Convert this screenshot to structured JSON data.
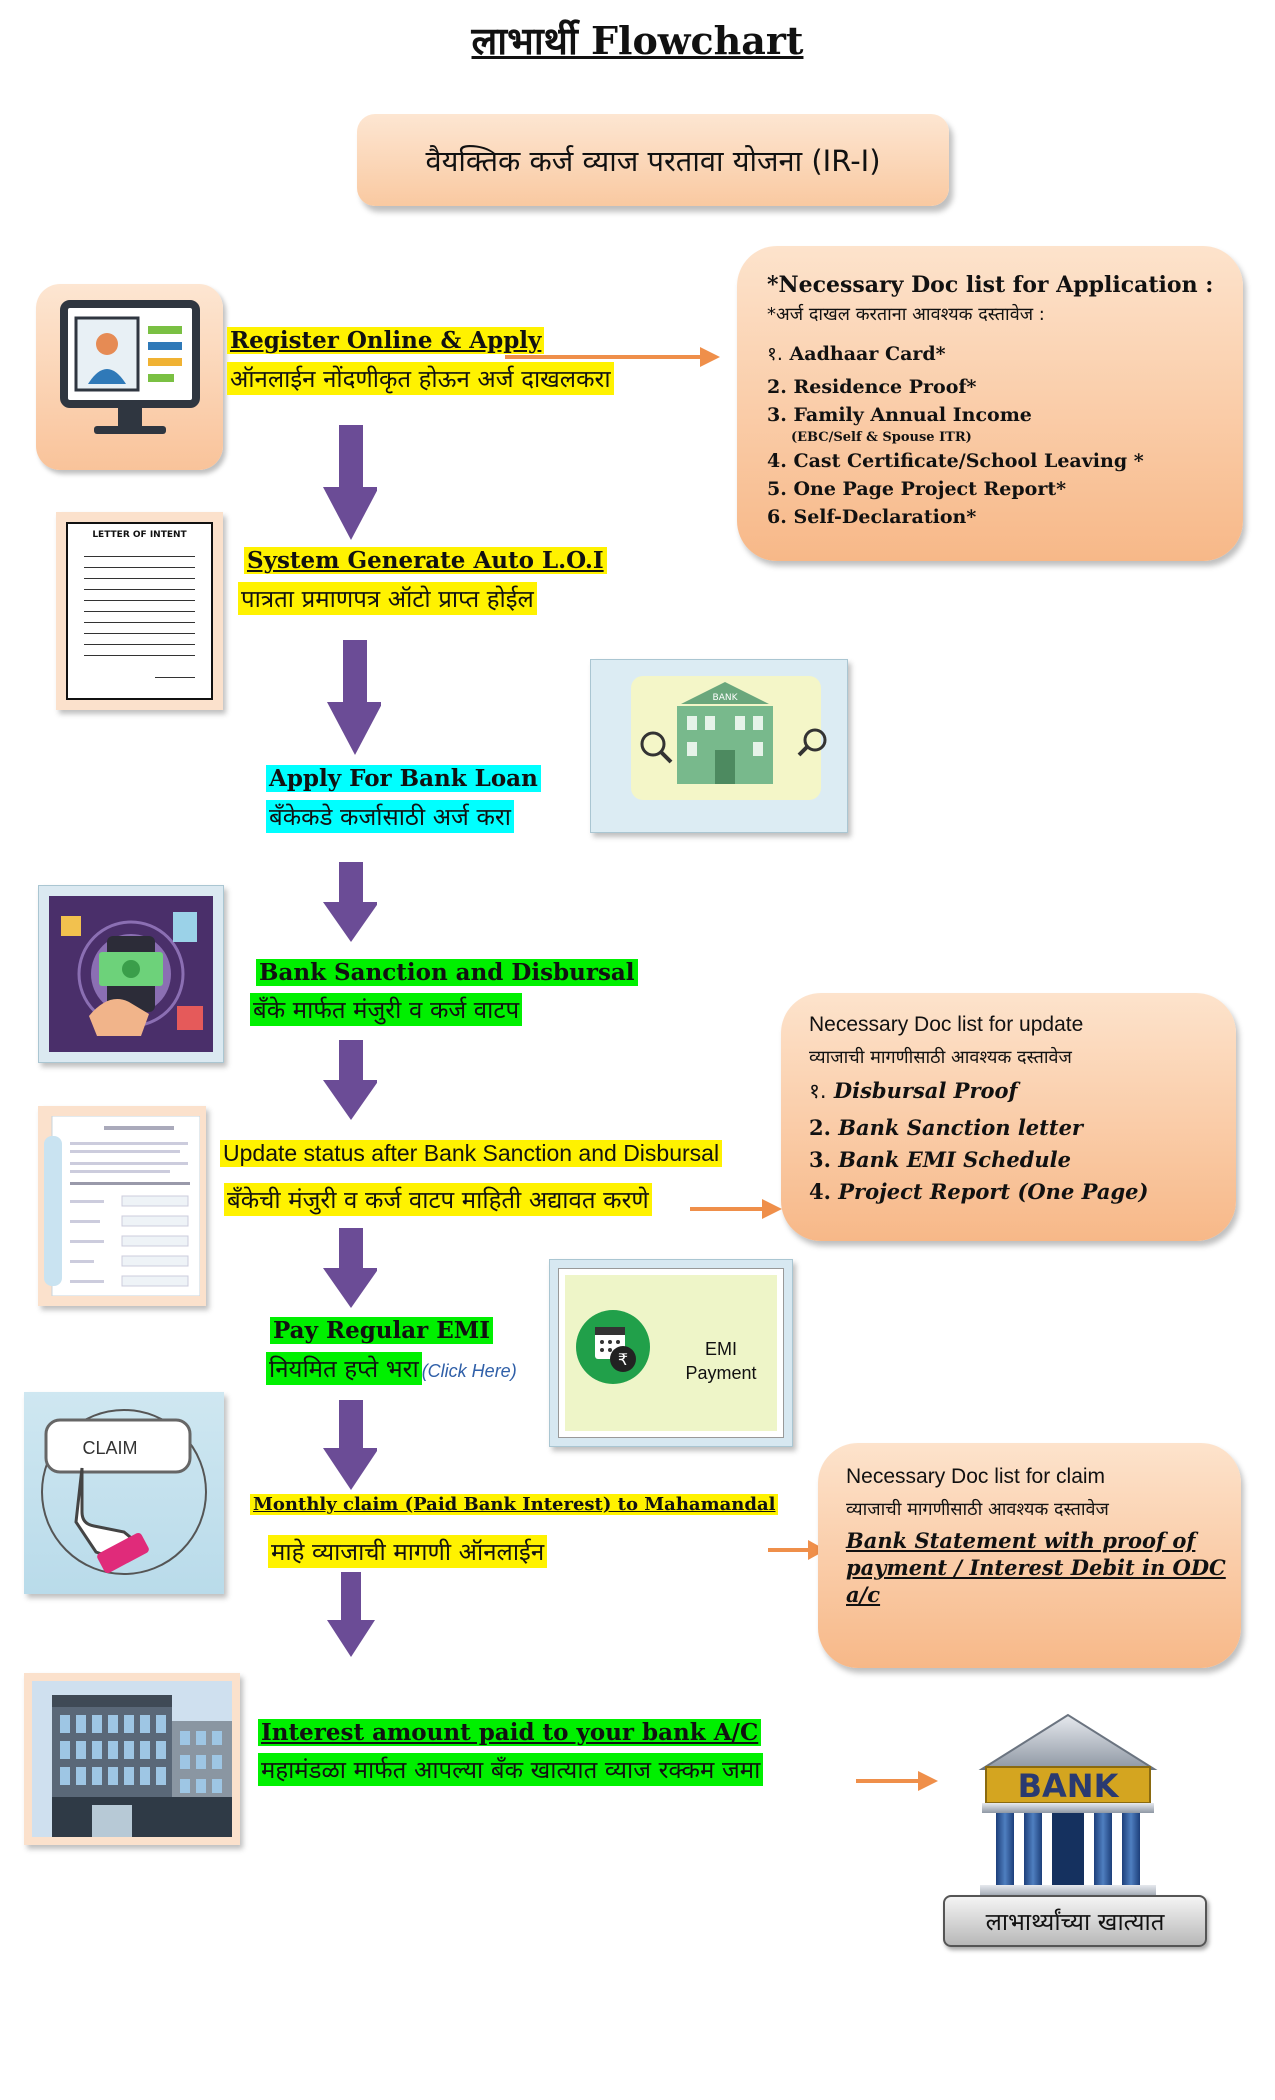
{
  "title": "लाभार्थी Flowchart",
  "scheme": "वैयक्तिक कर्ज व्याज परतावा योजना (IR-I)",
  "steps": {
    "register": {
      "en": "Register Online & Apply",
      "mr": "ऑनलाईन नोंदणीकृत होऊन अर्ज दाखलकरा"
    },
    "loi": {
      "en": "System Generate Auto L.O.I",
      "mr": "पात्रता प्रमाणपत्र ऑटो प्राप्त होईल"
    },
    "apply_loan": {
      "en": "Apply For Bank Loan",
      "mr": "बँकेकडे कर्जासाठी अर्ज करा"
    },
    "sanction": {
      "en": "Bank Sanction and Disbursal",
      "mr": "बँके मार्फत मंजुरी व कर्ज वाटप"
    },
    "update": {
      "en": "Update status after Bank Sanction and Disbursal",
      "mr": "बँकेची मंजुरी व कर्ज वाटप माहिती अद्यावत करणे"
    },
    "emi": {
      "en": "Pay Regular EMI",
      "mr": "नियमित हप्ते भरा",
      "link": "(Click Here)"
    },
    "claim": {
      "en": "Monthly claim (Paid Bank Interest) to Mahamandal",
      "mr": "माहे व्याजाची मागणी ऑनलाईन"
    },
    "paid": {
      "en": "Interest amount paid to your bank A/C",
      "mr": "महामंडळा मार्फत आपल्या बँक खात्यात व्याज रक्कम जमा"
    }
  },
  "application_docs": {
    "title": "*Necessary Doc list for Application :",
    "subtitle": "*अर्ज दाखल करताना आवश्यक दस्तावेज :",
    "items": [
      {
        "num": "१.",
        "text": "Aadhaar Card*"
      },
      {
        "num": "2.",
        "text": "Residence Proof*"
      },
      {
        "num": "3.",
        "text": "Family Annual Income"
      },
      {
        "num": "",
        "text": "(EBC/Self & Spouse ITR)"
      },
      {
        "num": "4.",
        "text": "Cast Certificate/School Leaving *"
      },
      {
        "num": "5.",
        "text": "One Page Project Report*"
      },
      {
        "num": "6.",
        "text": "Self-Declaration*"
      }
    ]
  },
  "update_docs": {
    "title": "Necessary Doc list for update",
    "subtitle": "व्याजाची मागणीसाठी आवश्यक दस्तावेज",
    "items": [
      {
        "num": "१.",
        "text": "Disbursal Proof"
      },
      {
        "num": "2.",
        "text": "Bank Sanction letter"
      },
      {
        "num": "3.",
        "text": "Bank EMI Schedule"
      },
      {
        "num": "4.",
        "text": "Project Report (One Page)"
      }
    ]
  },
  "claim_docs": {
    "title": "Necessary Doc list for claim",
    "subtitle": "व्याजाची मागणीसाठी आवश्यक दस्तावेज",
    "body": "Bank Statement with proof of payment / Interest Debit in ODC a/c"
  },
  "icons": {
    "letter_title": "LETTER OF INTENT",
    "bank_label": "BANK",
    "emi_label1": "EMI",
    "emi_label2": "Payment",
    "claim_label": "CLAIM",
    "bank_sign": "BANK",
    "beneficiary_label": "लाभार्थ्यांच्या खात्यात"
  },
  "colors": {
    "arrow_purple": "#6b4c96",
    "arrow_orange": "#ef8f4a",
    "highlight_yellow": "#fff200",
    "highlight_cyan": "#00ffff",
    "highlight_green": "#00f000",
    "box_peach": "#f9c39a"
  }
}
